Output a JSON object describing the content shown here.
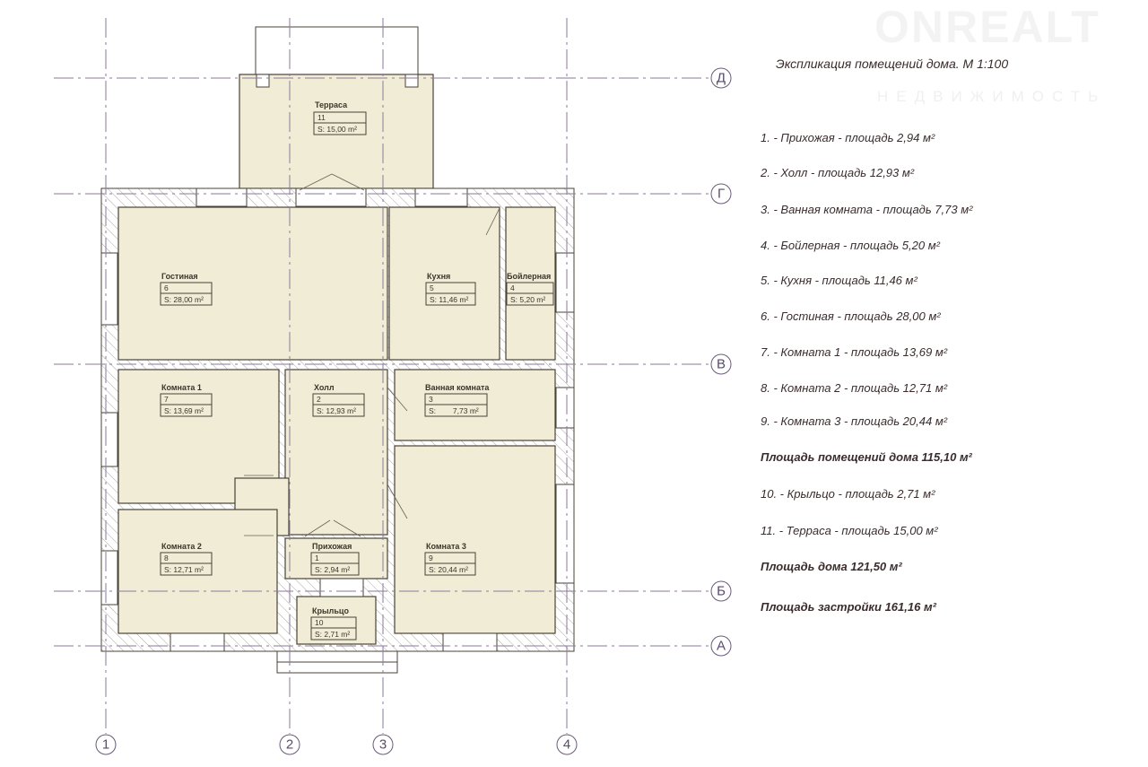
{
  "watermark": {
    "brand": "ONREALT",
    "subtitle": "НЕДВИЖИМОСТЬ"
  },
  "axes": {
    "vertical": [
      "1",
      "2",
      "3",
      "4"
    ],
    "horizontal": [
      "Д",
      "Г",
      "В",
      "Б",
      "А"
    ]
  },
  "rooms": {
    "terrace": {
      "name": "Терраса",
      "number": "11",
      "area": "S: 15,00 m²"
    },
    "living": {
      "name": "Гостиная",
      "number": "6",
      "area": "S: 28,00 m²"
    },
    "kitchen": {
      "name": "Кухня",
      "number": "5",
      "area": "S: 11,46 m²"
    },
    "boiler": {
      "name": "Бойлерная",
      "number": "4",
      "area": "S: 5,20 m²"
    },
    "room1": {
      "name": "Комната 1",
      "number": "7",
      "area": "S: 13,69 m²"
    },
    "hall": {
      "name": "Холл",
      "number": "2",
      "area": "S: 12,93 m²"
    },
    "bath": {
      "name": "Ванная комната",
      "number": "3",
      "area": "S:        7,73 m²"
    },
    "room2": {
      "name": "Комната 2",
      "number": "8",
      "area": "S: 12,71 m²"
    },
    "entry": {
      "name": "Прихожая",
      "number": "1",
      "area": "S: 2,94 m²"
    },
    "room3": {
      "name": "Комната 3",
      "number": "9",
      "area": "S: 20,44 m²"
    },
    "porch": {
      "name": "Крыльцо",
      "number": "10",
      "area": "S: 2,71 m²"
    }
  },
  "explication": {
    "title": "Экспликация помещений дома. М 1:100",
    "items": [
      "1. - Прихожая - площадь 2,94 м²",
      "2. - Холл - площадь 12,93 м²",
      "3. - Ванная комната - площадь 7,73 м²",
      "4. - Бойлерная - площадь 5,20 м²",
      "5. - Кухня - площадь 11,46 м²",
      "6. - Гостиная - площадь 28,00 м²",
      "7. - Комната 1 - площадь 13,69 м²",
      "8. - Комната 2 - площадь 12,71 м²",
      "9. - Комната 3 - площадь 20,44 м²"
    ],
    "total_rooms": "Площадь помещений дома 115,10 м²",
    "extra_items": [
      "10. - Крыльцо - площадь 2,71 м²",
      "11. - Терраса - площадь 15,00 м²"
    ],
    "total_house": "Площадь дома 121,50 м²",
    "total_building": "Площадь застройки 161,16 м²"
  }
}
